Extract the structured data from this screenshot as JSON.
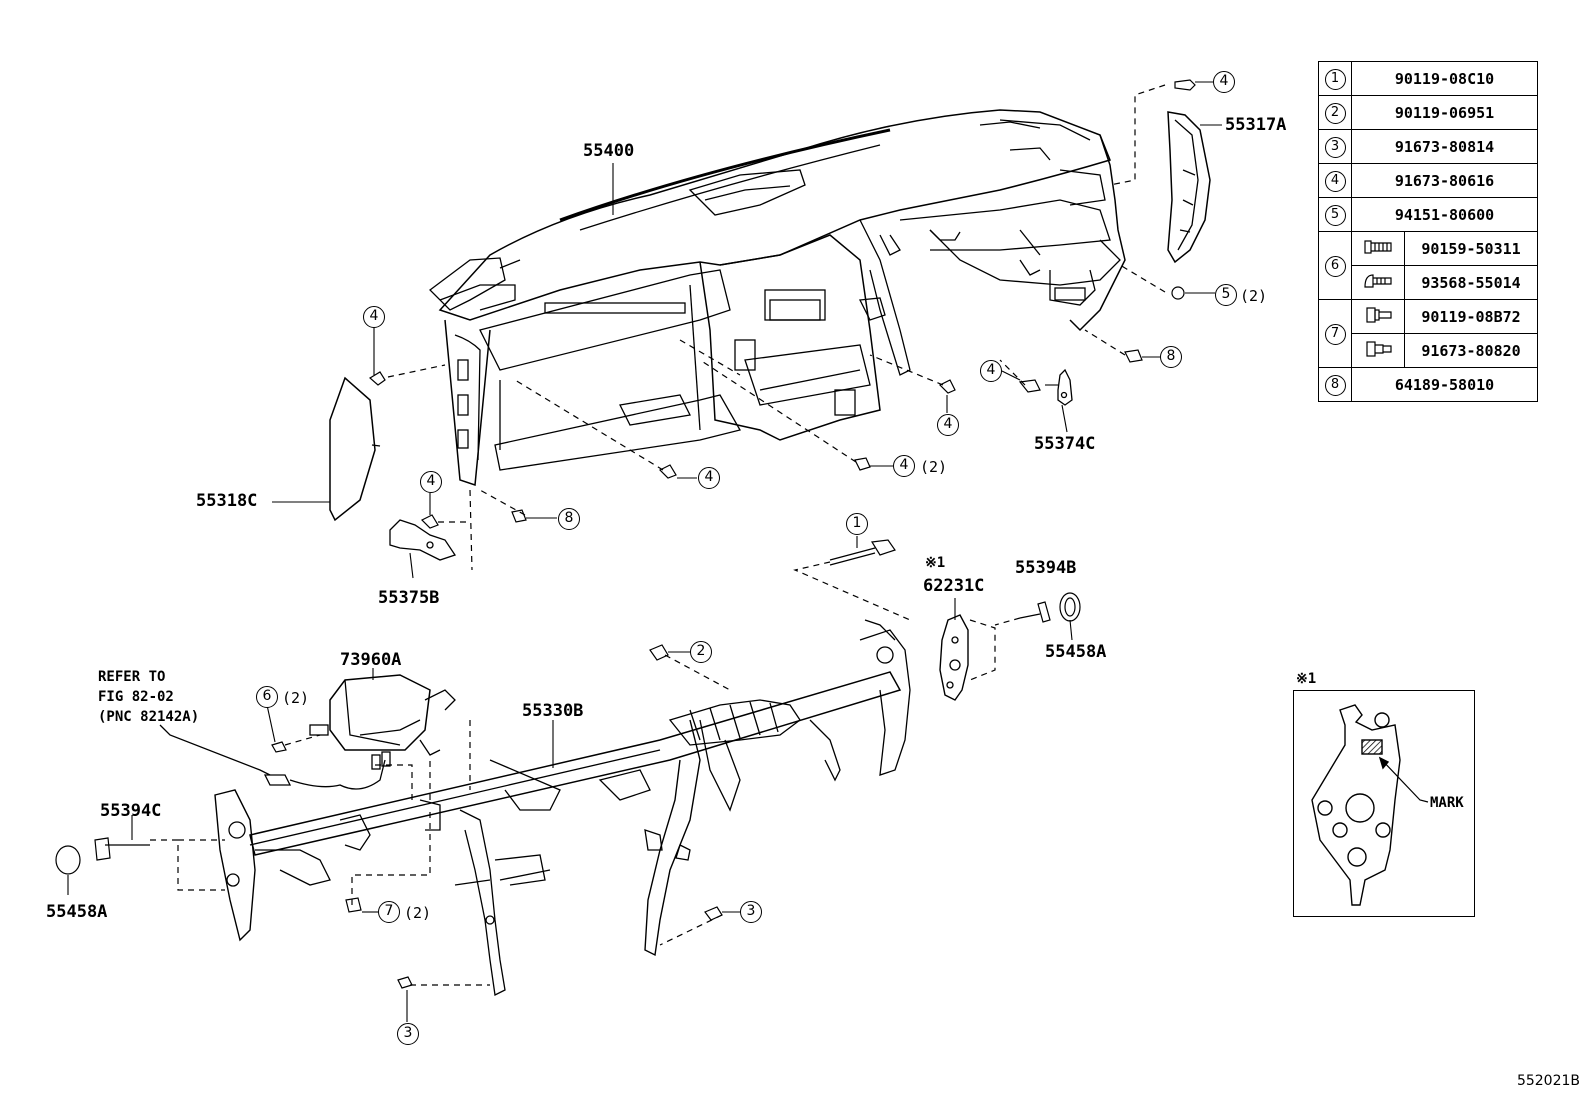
{
  "parts": {
    "p55400": "55400",
    "p55317A": "55317A",
    "p55318C": "55318C",
    "p55375B": "55375B",
    "p55374C": "55374C",
    "p62231C": "62231C",
    "p55394B": "55394B",
    "p55458A_right": "55458A",
    "p73960A": "73960A",
    "p55330B": "55330B",
    "p55394C": "55394C",
    "p55458A_left": "55458A"
  },
  "refer": {
    "line1": "REFER TO",
    "line2": "FIG 82-02",
    "line3": "(PNC 82142A)"
  },
  "callouts": {
    "c1": "1",
    "c2": "2",
    "c3": "3",
    "c4": "4",
    "c5": "5",
    "c6": "6",
    "c7": "7",
    "c8": "8"
  },
  "qty": {
    "two": "(2)"
  },
  "note_symbol": "※1",
  "legend": [
    {
      "idx": "1",
      "part": "90119-08C10"
    },
    {
      "idx": "2",
      "part": "90119-06951"
    },
    {
      "idx": "3",
      "part": "91673-80814"
    },
    {
      "idx": "4",
      "part": "91673-80616"
    },
    {
      "idx": "5",
      "part": "94151-80600"
    },
    {
      "idx": "6",
      "part_a": "90159-50311",
      "part_b": "93568-55014"
    },
    {
      "idx": "7",
      "part_a": "90119-08B72",
      "part_b": "91673-80820"
    },
    {
      "idx": "8",
      "part": "64189-58010"
    }
  ],
  "inset": {
    "title": "※1",
    "mark_label": "MARK"
  },
  "footer": "552021B"
}
